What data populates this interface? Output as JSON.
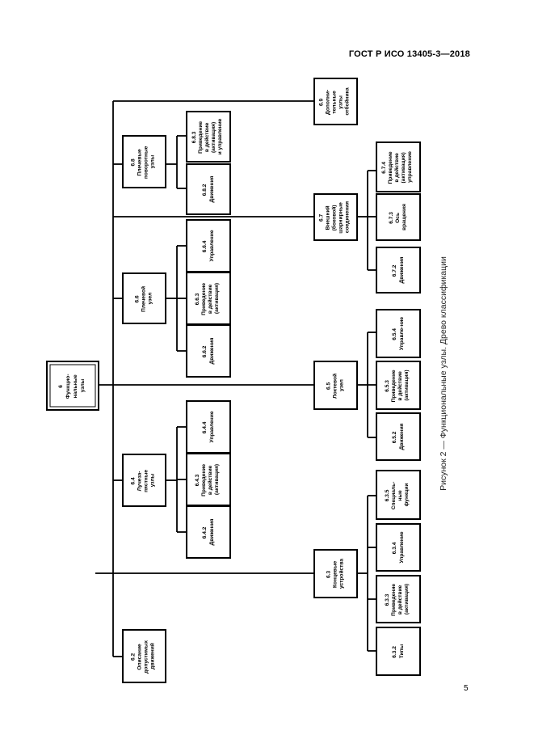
{
  "header": {
    "standard": "ГОСТ Р ИСО 13405-3—2018",
    "page_number": "5"
  },
  "figure_caption": "Рисунок 2 — Функциональные узлы. Древо классификации",
  "diagram": {
    "root": [
      "6",
      "Функцио-",
      "нальные",
      "узлы"
    ],
    "n6_2": [
      "6.2",
      "Описание",
      "допустимых",
      "движений"
    ],
    "n6_3": [
      "6.3",
      "Концевые",
      "устройства"
    ],
    "n6_3_2": [
      "6.3.2",
      "Типы"
    ],
    "n6_3_3": [
      "6.3.3",
      "Приведение",
      "в действие",
      "(активация)"
    ],
    "n6_3_4": [
      "6.3.4",
      "Управление"
    ],
    "n6_3_5": [
      "6.3.5",
      "Специаль-",
      "ные",
      "функции"
    ],
    "n6_4": [
      "6.4",
      "Лучеза-",
      "пястные",
      "узлы"
    ],
    "n6_4_2": [
      "6.4.2",
      "Движения"
    ],
    "n6_4_3": [
      "6.4.3",
      "Приведение",
      "в действие",
      "(активация)"
    ],
    "n6_4_4": [
      "6.4.4",
      "Управление"
    ],
    "n6_5": [
      "6.5",
      "Локтевой",
      "узел"
    ],
    "n6_5_2": [
      "6.5.2",
      "Движения"
    ],
    "n6_5_3": [
      "6.5.3",
      "Приведение",
      "в действие",
      "(активация)"
    ],
    "n6_5_4": [
      "6.5.4",
      "Управле-ние"
    ],
    "n6_6": [
      "6.6",
      "Плечевой",
      "узел"
    ],
    "n6_6_2": [
      "6.6.2",
      "Движения"
    ],
    "n6_6_3": [
      "6.6.3",
      "Приведение",
      "в действие",
      "(активация)"
    ],
    "n6_6_4": [
      "6.6.4",
      "Управление"
    ],
    "n6_7": [
      "6.7",
      "Внешний",
      "(боковой)",
      "шарнирные",
      "соединения"
    ],
    "n6_7_2": [
      "6.7.2",
      "Движения"
    ],
    "n6_7_3": [
      "6.7.3",
      "Ось",
      "вращения"
    ],
    "n6_7_4": [
      "6.7.4",
      "Приведение",
      "в действие",
      "(активация)",
      "управление"
    ],
    "n6_8": [
      "6.8",
      "Плечевые",
      "поворотные",
      "узлы"
    ],
    "n6_8_2": [
      "6.8.2",
      "Движения"
    ],
    "n6_8_3": [
      "6.8.3",
      "Приведение",
      "в действие",
      "(активация)",
      "и управление"
    ],
    "n6_9": [
      "6.9",
      "Дополни-",
      "тельные",
      "узлы",
      "отбойника"
    ]
  }
}
